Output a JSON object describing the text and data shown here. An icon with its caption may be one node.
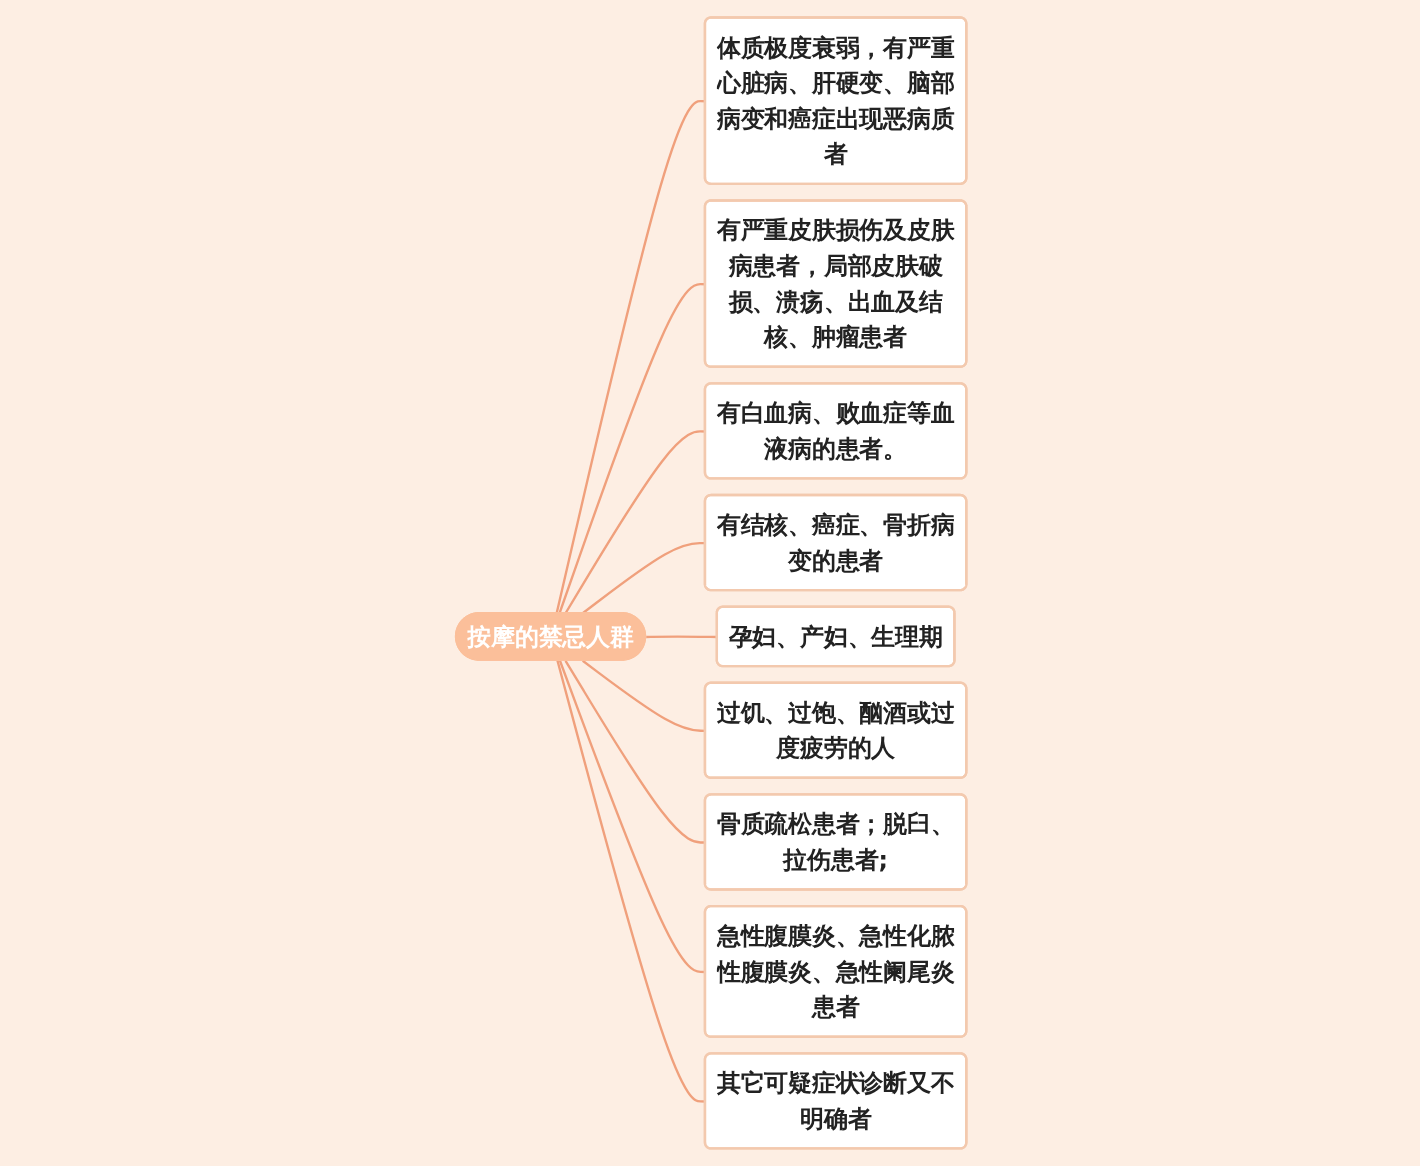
{
  "diagram": {
    "nodes": [
      {
        "text": [
          "按摩的禁忌人群"
        ]
      },
      {
        "text": [
          "体质极度衰弱，有严重心脏病、肝硬变、脑部病变和癌症出现恶病质者"
        ]
      },
      {
        "text": [
          "有严重皮肤损伤及皮肤病患者，局部皮肤破损、溃疡、出血及结核、肿瘤患者"
        ]
      },
      {
        "text": [
          "有白血病、败血症等血液病的患者。"
        ]
      },
      {
        "text": [
          "有结核、癌症、骨折病变的患者"
        ]
      },
      {
        "text": [
          "孕妇、产妇、生理期"
        ]
      },
      {
        "text": [
          "过饥、过饱、酗酒或过度疲劳的人"
        ]
      },
      {
        "text": [
          "骨质疏松患者；脱臼、拉伤患者;"
        ]
      },
      {
        "text": [
          "急性腹膜炎、急性化脓性腹膜炎、急性阑尾炎患者"
        ]
      },
      {
        "text": [
          "其它可疑症状诊断又不明确者"
        ]
      }
    ],
    "edges": [
      {
        "from": 0,
        "to": 1,
        "arrow": "none"
      },
      {
        "from": 0,
        "to": 2,
        "arrow": "none"
      },
      {
        "from": 0,
        "to": 3,
        "arrow": "none"
      },
      {
        "from": 0,
        "to": 4,
        "arrow": "none"
      },
      {
        "from": 0,
        "to": 5,
        "arrow": "none"
      },
      {
        "from": 0,
        "to": 6,
        "arrow": "none"
      },
      {
        "from": 0,
        "to": 7,
        "arrow": "none"
      },
      {
        "from": 0,
        "to": 8,
        "arrow": "none"
      },
      {
        "from": 0,
        "to": 9,
        "arrow": "none"
      }
    ]
  }
}
